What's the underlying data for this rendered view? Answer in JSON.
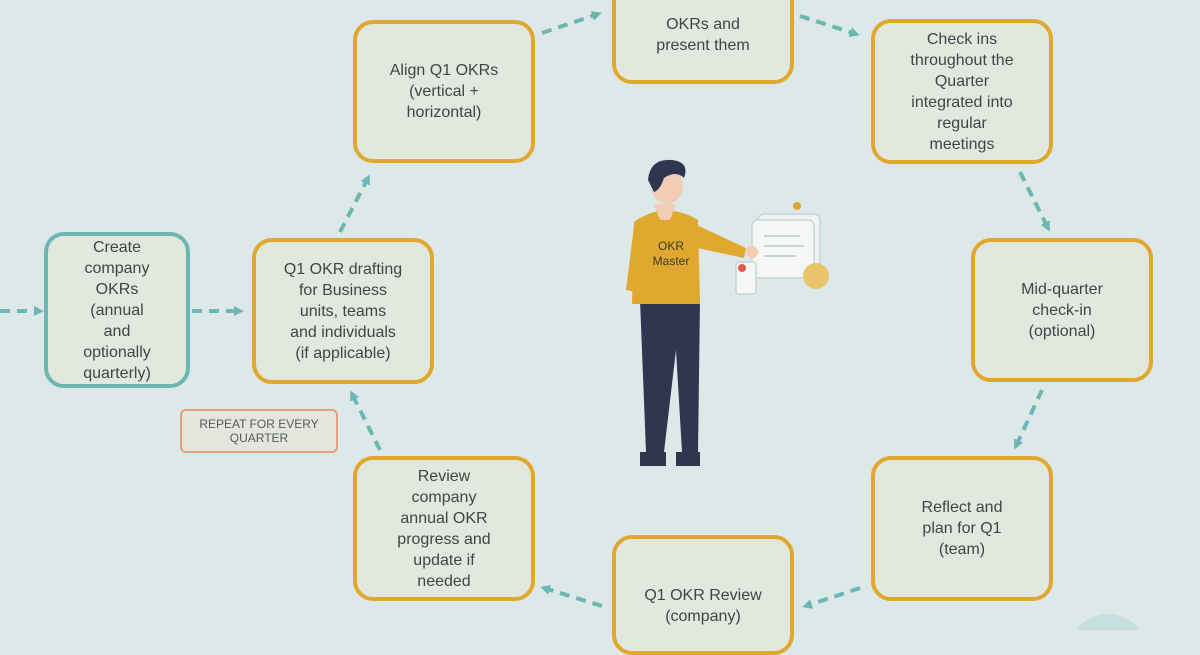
{
  "nodes": {
    "create_company": "Create\ncompany\nOKRs\n(annual\nand\noptionally\nquarterly)",
    "q1_drafting": "Q1 OKR drafting\nfor Business\nunits, teams\nand individuals\n(if applicable)",
    "align_q1": "Align Q1 OKRs\n(vertical +\nhorizontal)",
    "present": "OKRs and\npresent them",
    "check_ins": "Check ins\nthroughout the\nQuarter\nintegrated into\nregular\nmeetings",
    "mid_quarter": "Mid-quarter\ncheck-in\n(optional)",
    "reflect": "Reflect and\nplan for Q1\n(team)",
    "q1_review": "Q1 OKR Review\n(company)",
    "review_annual": "Review\ncompany\nannual OKR\nprogress and\nupdate if\nneeded"
  },
  "repeat_label": "REPEAT FOR EVERY\nQUARTER",
  "center_figure": {
    "label": "OKR\nMaster",
    "icon": "person-holding-document-icon"
  },
  "colors": {
    "background": "#dde8e8",
    "box_fill": "#e3e8de",
    "box_border": "#e0a82e",
    "start_border": "#6cb6b4",
    "arrow": "#6cb6b4",
    "repeat_border": "#e3a07c"
  }
}
